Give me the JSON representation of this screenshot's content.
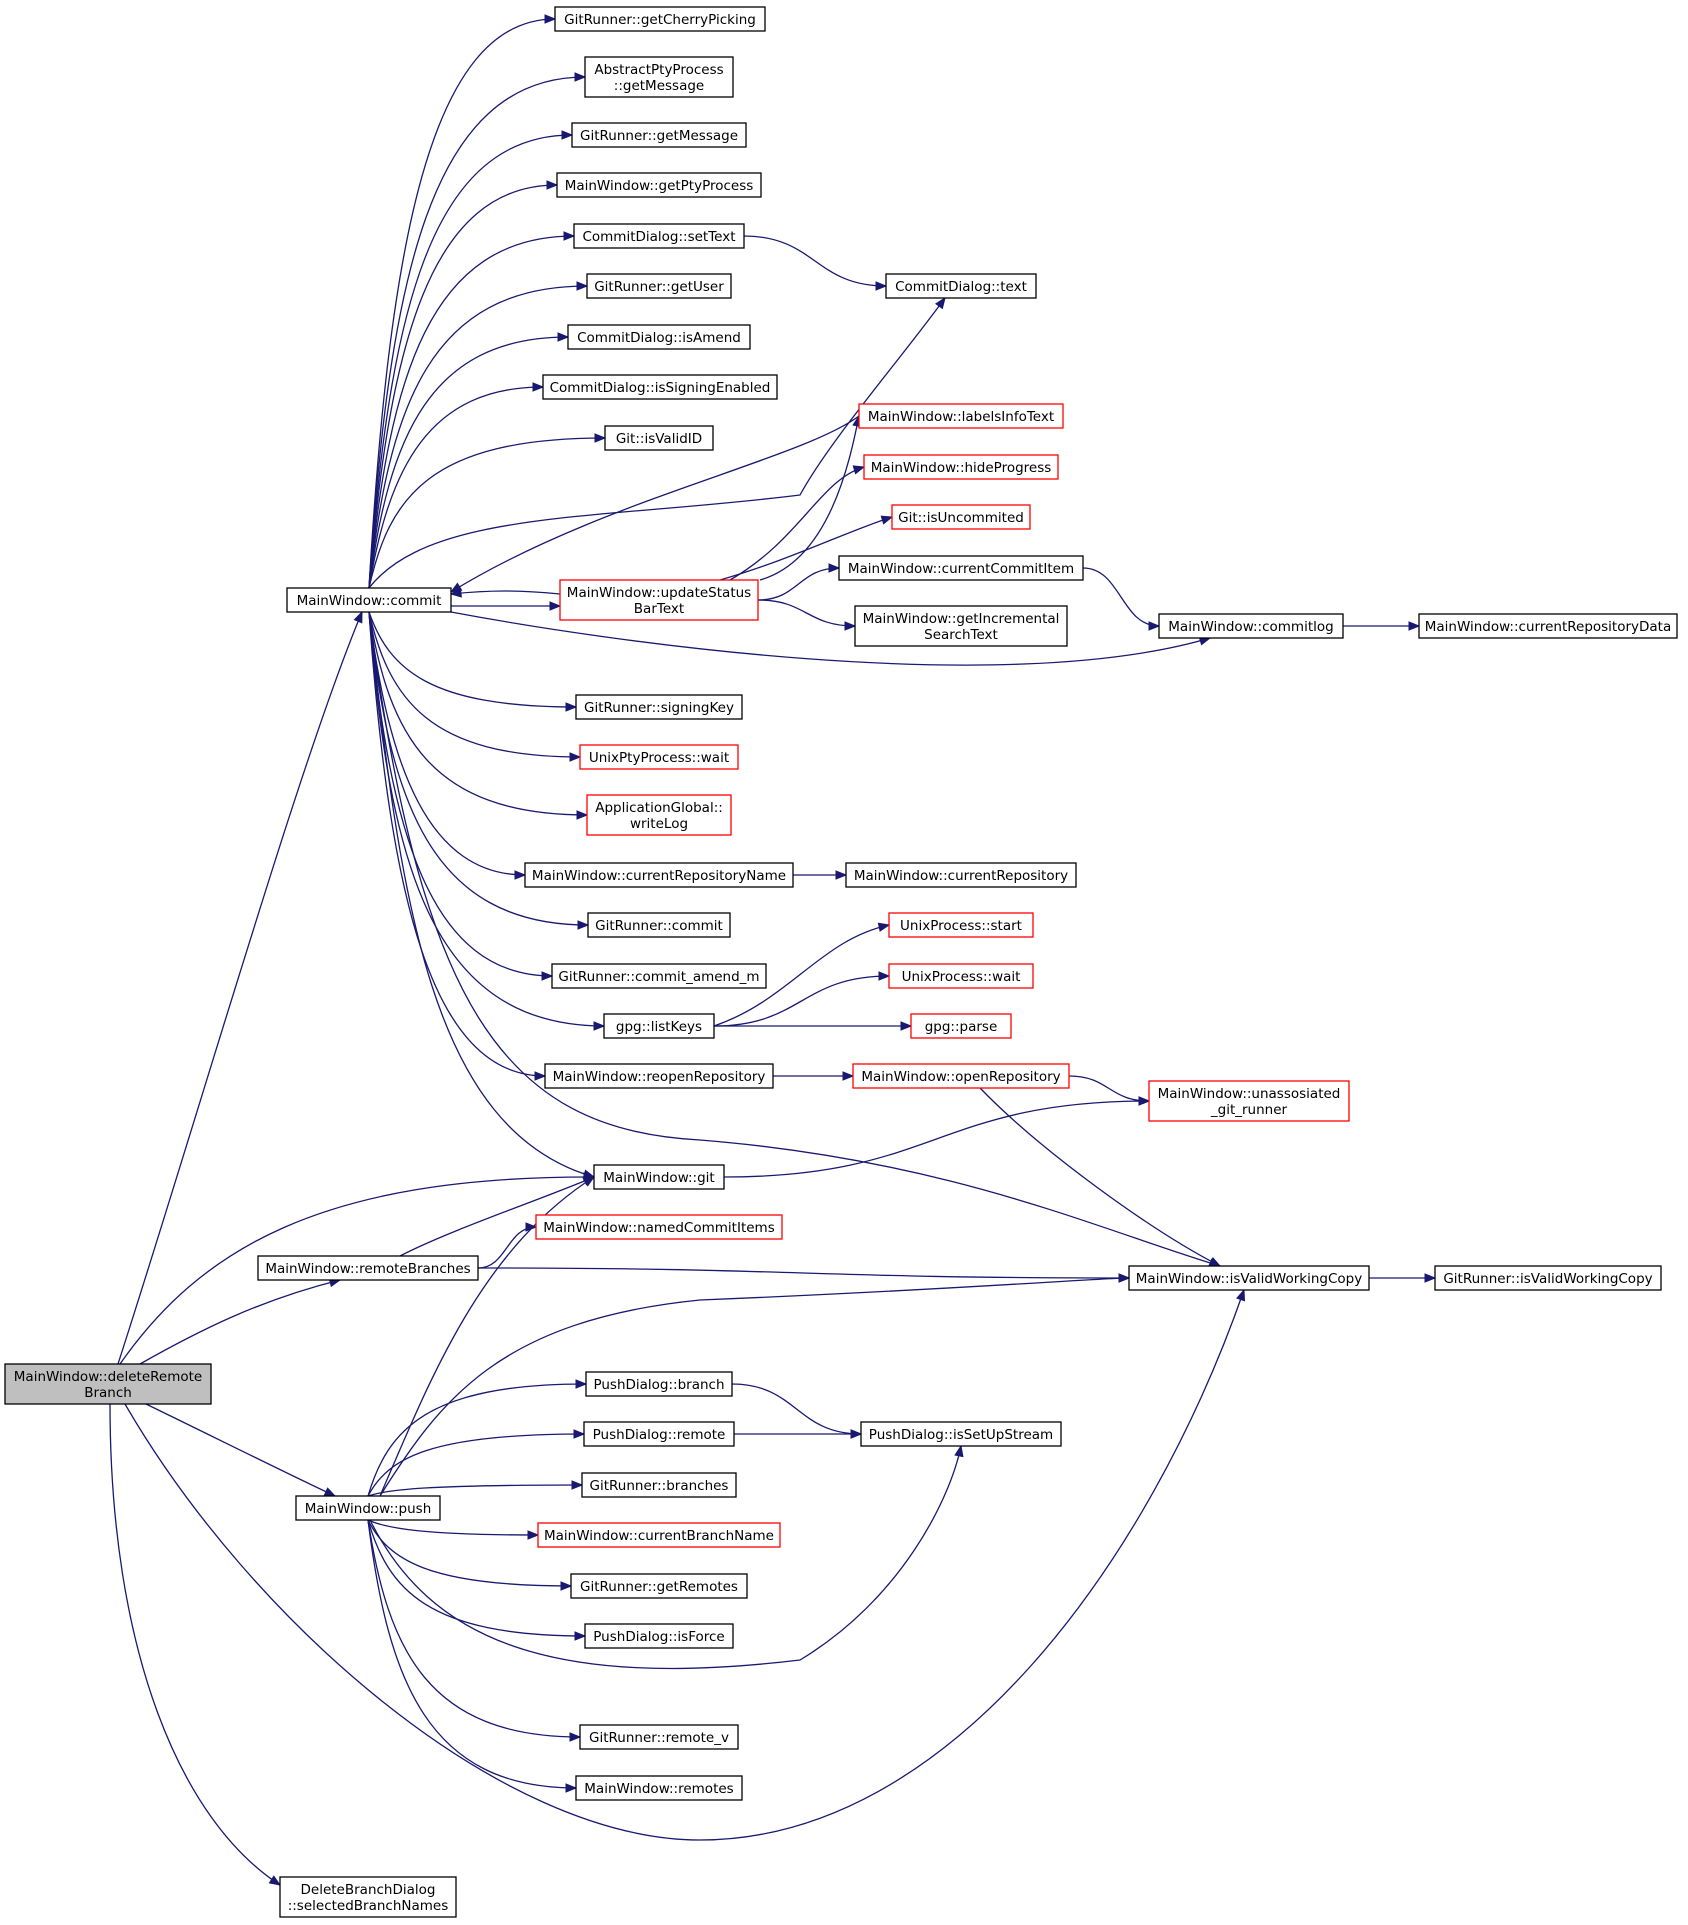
{
  "colors": {
    "edge": "#191970",
    "node_border": "#000000",
    "node_border_truncated": "#ff0000",
    "root_fill": "#bfbfbf",
    "background": "#ffffff"
  },
  "nodes": {
    "deleteRemoteBranch": {
      "lines": [
        "MainWindow::deleteRemote",
        "Branch"
      ],
      "kind": "root"
    },
    "commit": {
      "lines": [
        "MainWindow::commit"
      ],
      "kind": "normal"
    },
    "remoteBranches": {
      "lines": [
        "MainWindow::remoteBranches"
      ],
      "kind": "normal"
    },
    "push": {
      "lines": [
        "MainWindow::push"
      ],
      "kind": "normal"
    },
    "selectedBranchNames": {
      "lines": [
        "DeleteBranchDialog",
        "::selectedBranchNames"
      ],
      "kind": "normal"
    },
    "getCherryPicking": {
      "lines": [
        "GitRunner::getCherryPicking"
      ],
      "kind": "normal"
    },
    "ptyGetMessage": {
      "lines": [
        "AbstractPtyProcess",
        "::getMessage"
      ],
      "kind": "normal"
    },
    "gitGetMessage": {
      "lines": [
        "GitRunner::getMessage"
      ],
      "kind": "normal"
    },
    "getPtyProcess": {
      "lines": [
        "MainWindow::getPtyProcess"
      ],
      "kind": "normal"
    },
    "setText": {
      "lines": [
        "CommitDialog::setText"
      ],
      "kind": "normal"
    },
    "getUser": {
      "lines": [
        "GitRunner::getUser"
      ],
      "kind": "normal"
    },
    "isAmend": {
      "lines": [
        "CommitDialog::isAmend"
      ],
      "kind": "normal"
    },
    "isSigningEnabled": {
      "lines": [
        "CommitDialog::isSigningEnabled"
      ],
      "kind": "normal"
    },
    "isValidID": {
      "lines": [
        "Git::isValidID"
      ],
      "kind": "normal"
    },
    "updateStatusBarText": {
      "lines": [
        "MainWindow::updateStatus",
        "BarText"
      ],
      "kind": "truncated"
    },
    "signingKey": {
      "lines": [
        "GitRunner::signingKey"
      ],
      "kind": "normal"
    },
    "ptyWait": {
      "lines": [
        "UnixPtyProcess::wait"
      ],
      "kind": "truncated"
    },
    "writeLog": {
      "lines": [
        "ApplicationGlobal::",
        "writeLog"
      ],
      "kind": "truncated"
    },
    "currentRepositoryName": {
      "lines": [
        "MainWindow::currentRepositoryName"
      ],
      "kind": "normal"
    },
    "gitCommit": {
      "lines": [
        "GitRunner::commit"
      ],
      "kind": "normal"
    },
    "commitAmend": {
      "lines": [
        "GitRunner::commit_amend_m"
      ],
      "kind": "normal"
    },
    "listKeys": {
      "lines": [
        "gpg::listKeys"
      ],
      "kind": "normal"
    },
    "reopenRepository": {
      "lines": [
        "MainWindow::reopenRepository"
      ],
      "kind": "normal"
    },
    "mwGit": {
      "lines": [
        "MainWindow::git"
      ],
      "kind": "normal"
    },
    "namedCommitItems": {
      "lines": [
        "MainWindow::namedCommitItems"
      ],
      "kind": "truncated"
    },
    "pdBranch": {
      "lines": [
        "PushDialog::branch"
      ],
      "kind": "normal"
    },
    "pdRemote": {
      "lines": [
        "PushDialog::remote"
      ],
      "kind": "normal"
    },
    "branches": {
      "lines": [
        "GitRunner::branches"
      ],
      "kind": "normal"
    },
    "currentBranchName": {
      "lines": [
        "MainWindow::currentBranchName"
      ],
      "kind": "truncated"
    },
    "getRemotes": {
      "lines": [
        "GitRunner::getRemotes"
      ],
      "kind": "normal"
    },
    "isForce": {
      "lines": [
        "PushDialog::isForce"
      ],
      "kind": "normal"
    },
    "remoteV": {
      "lines": [
        "GitRunner::remote_v"
      ],
      "kind": "normal"
    },
    "remotes": {
      "lines": [
        "MainWindow::remotes"
      ],
      "kind": "normal"
    },
    "cdText": {
      "lines": [
        "CommitDialog::text"
      ],
      "kind": "normal"
    },
    "labelsInfoText": {
      "lines": [
        "MainWindow::labelsInfoText"
      ],
      "kind": "truncated"
    },
    "hideProgress": {
      "lines": [
        "MainWindow::hideProgress"
      ],
      "kind": "truncated"
    },
    "isUncommited": {
      "lines": [
        "Git::isUncommited"
      ],
      "kind": "truncated"
    },
    "currentCommitItem": {
      "lines": [
        "MainWindow::currentCommitItem"
      ],
      "kind": "normal"
    },
    "getIncrementalSearchText": {
      "lines": [
        "MainWindow::getIncremental",
        "SearchText"
      ],
      "kind": "normal"
    },
    "currentRepository": {
      "lines": [
        "MainWindow::currentRepository"
      ],
      "kind": "normal"
    },
    "upStart": {
      "lines": [
        "UnixProcess::start"
      ],
      "kind": "truncated"
    },
    "upWait": {
      "lines": [
        "UnixProcess::wait"
      ],
      "kind": "truncated"
    },
    "gpgParse": {
      "lines": [
        "gpg::parse"
      ],
      "kind": "truncated"
    },
    "openRepository": {
      "lines": [
        "MainWindow::openRepository"
      ],
      "kind": "truncated"
    },
    "isSetUpStream": {
      "lines": [
        "PushDialog::isSetUpStream"
      ],
      "kind": "normal"
    },
    "commitlog": {
      "lines": [
        "MainWindow::commitlog"
      ],
      "kind": "normal"
    },
    "unassosiated": {
      "lines": [
        "MainWindow::unassosiated",
        "_git_runner"
      ],
      "kind": "truncated"
    },
    "mwIsValidWorkingCopy": {
      "lines": [
        "MainWindow::isValidWorkingCopy"
      ],
      "kind": "normal"
    },
    "currentRepositoryData": {
      "lines": [
        "MainWindow::currentRepositoryData"
      ],
      "kind": "normal"
    },
    "grIsValidWorkingCopy": {
      "lines": [
        "GitRunner::isValidWorkingCopy"
      ],
      "kind": "normal"
    }
  },
  "edges": [
    [
      "deleteRemoteBranch",
      "commit"
    ],
    [
      "deleteRemoteBranch",
      "mwGit"
    ],
    [
      "deleteRemoteBranch",
      "remoteBranches"
    ],
    [
      "deleteRemoteBranch",
      "push"
    ],
    [
      "deleteRemoteBranch",
      "mwIsValidWorkingCopy"
    ],
    [
      "deleteRemoteBranch",
      "selectedBranchNames"
    ],
    [
      "commit",
      "getCherryPicking"
    ],
    [
      "commit",
      "ptyGetMessage"
    ],
    [
      "commit",
      "gitGetMessage"
    ],
    [
      "commit",
      "getPtyProcess"
    ],
    [
      "commit",
      "setText"
    ],
    [
      "commit",
      "getUser"
    ],
    [
      "commit",
      "isAmend"
    ],
    [
      "commit",
      "isSigningEnabled"
    ],
    [
      "commit",
      "isValidID"
    ],
    [
      "commit",
      "cdText"
    ],
    [
      "commit",
      "updateStatusBarText"
    ],
    [
      "commit",
      "commitlog"
    ],
    [
      "commit",
      "signingKey"
    ],
    [
      "commit",
      "ptyWait"
    ],
    [
      "commit",
      "writeLog"
    ],
    [
      "commit",
      "currentRepositoryName"
    ],
    [
      "commit",
      "gitCommit"
    ],
    [
      "commit",
      "commitAmend"
    ],
    [
      "commit",
      "listKeys"
    ],
    [
      "commit",
      "reopenRepository"
    ],
    [
      "commit",
      "mwGit"
    ],
    [
      "commit",
      "mwIsValidWorkingCopy"
    ],
    [
      "updateStatusBarText",
      "commit"
    ],
    [
      "updateStatusBarText",
      "labelsInfoText"
    ],
    [
      "updateStatusBarText",
      "hideProgress"
    ],
    [
      "updateStatusBarText",
      "isUncommited"
    ],
    [
      "updateStatusBarText",
      "currentCommitItem"
    ],
    [
      "updateStatusBarText",
      "getIncrementalSearchText"
    ],
    [
      "labelsInfoText",
      "commit"
    ],
    [
      "setText",
      "cdText"
    ],
    [
      "currentCommitItem",
      "commitlog"
    ],
    [
      "commitlog",
      "currentRepositoryData"
    ],
    [
      "currentRepositoryName",
      "currentRepository"
    ],
    [
      "listKeys",
      "upStart"
    ],
    [
      "listKeys",
      "upWait"
    ],
    [
      "listKeys",
      "gpgParse"
    ],
    [
      "reopenRepository",
      "openRepository"
    ],
    [
      "openRepository",
      "unassosiated"
    ],
    [
      "openRepository",
      "mwIsValidWorkingCopy"
    ],
    [
      "mwGit",
      "unassosiated"
    ],
    [
      "remoteBranches",
      "mwGit"
    ],
    [
      "remoteBranches",
      "namedCommitItems"
    ],
    [
      "remoteBranches",
      "mwIsValidWorkingCopy"
    ],
    [
      "push",
      "mwGit"
    ],
    [
      "push",
      "mwIsValidWorkingCopy"
    ],
    [
      "push",
      "pdBranch"
    ],
    [
      "push",
      "pdRemote"
    ],
    [
      "push",
      "branches"
    ],
    [
      "push",
      "currentBranchName"
    ],
    [
      "push",
      "getRemotes"
    ],
    [
      "push",
      "isForce"
    ],
    [
      "push",
      "isSetUpStream"
    ],
    [
      "push",
      "remoteV"
    ],
    [
      "push",
      "remotes"
    ],
    [
      "pdBranch",
      "isSetUpStream"
    ],
    [
      "pdRemote",
      "isSetUpStream"
    ],
    [
      "mwIsValidWorkingCopy",
      "grIsValidWorkingCopy"
    ]
  ]
}
